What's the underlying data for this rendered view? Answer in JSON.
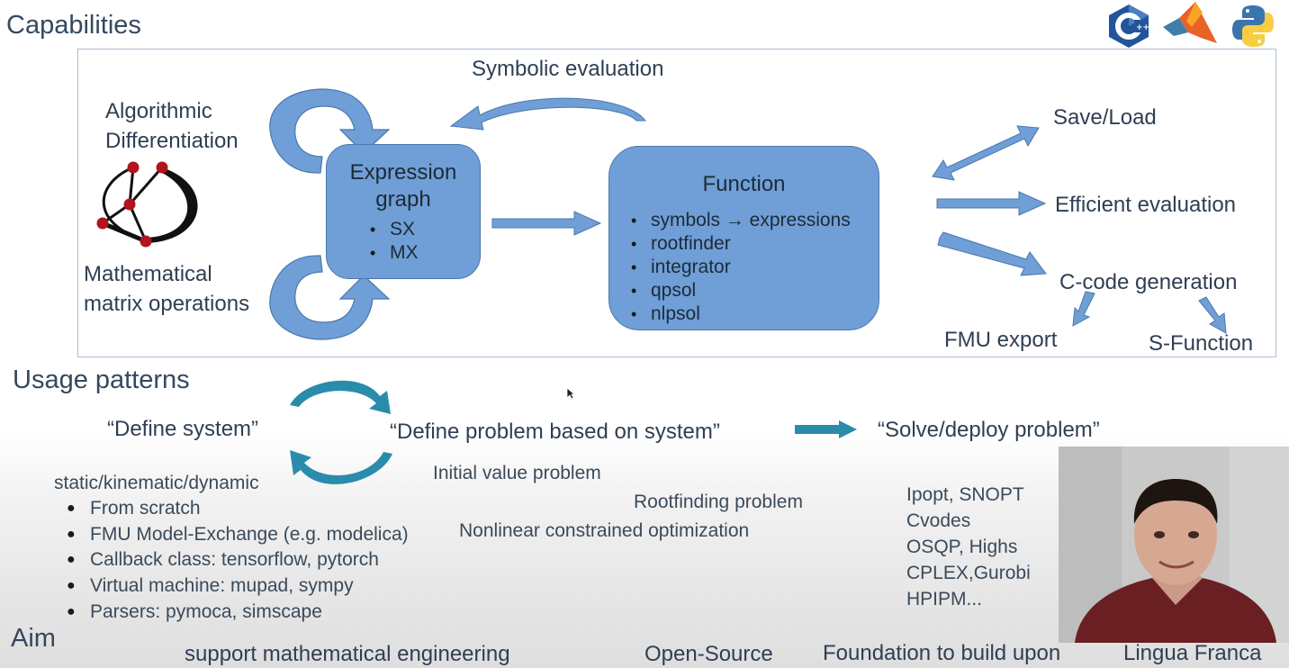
{
  "capabilities": {
    "title": "Capabilities",
    "symbolic_evaluation": "Symbolic evaluation",
    "algorithmic_differentiation": [
      "Algorithmic",
      "Differentiation"
    ],
    "matrix_operations": [
      "Mathematical",
      "matrix operations"
    ],
    "expression_graph": {
      "title_lines": [
        "Expression",
        "graph"
      ],
      "items": [
        "SX",
        "MX"
      ]
    },
    "function": {
      "title": "Function",
      "items": [
        "symbols → expressions",
        "rootfinder",
        "integrator",
        "qpsol",
        "nlpsol"
      ]
    },
    "outputs": {
      "save_load": "Save/Load",
      "efficient_evaluation": "Efficient evaluation",
      "c_code_generation": "C-code generation",
      "fmu_export": "FMU export",
      "s_function": "S-Function"
    },
    "logos": [
      "c++-logo",
      "matlab-logo",
      "python-logo"
    ]
  },
  "usage": {
    "title": "Usage patterns",
    "define_system": "“Define system”",
    "define_problem": "“Define problem based on system”",
    "solve_deploy": "“Solve/deploy problem”",
    "system_heading": "static/kinematic/dynamic",
    "system_items": [
      "From scratch",
      "FMU Model-Exchange (e.g. modelica)",
      "Callback class: tensorflow, pytorch",
      "Virtual machine: mupad, sympy",
      "Parsers: pymoca, simscape"
    ],
    "problems": {
      "ivp": "Initial value problem",
      "rootfinding": "Rootfinding problem",
      "nlp": "Nonlinear constrained optimization"
    },
    "solvers": [
      "Ipopt, SNOPT",
      "Cvodes",
      "OSQP, Highs",
      "CPLEX,Gurobi",
      "HPIPM..."
    ]
  },
  "aim": {
    "title": "Aim",
    "items": [
      "support mathematical engineering",
      "Open-Source",
      "Foundation to build upon",
      "Lingua Franca"
    ]
  },
  "colors": {
    "box_fill": "#6f9fd6",
    "box_border": "#4b78ad",
    "arrow_blue": "#6f9fd6",
    "arrow_teal": "#2a8cab",
    "graph_node": "#b0141c"
  }
}
